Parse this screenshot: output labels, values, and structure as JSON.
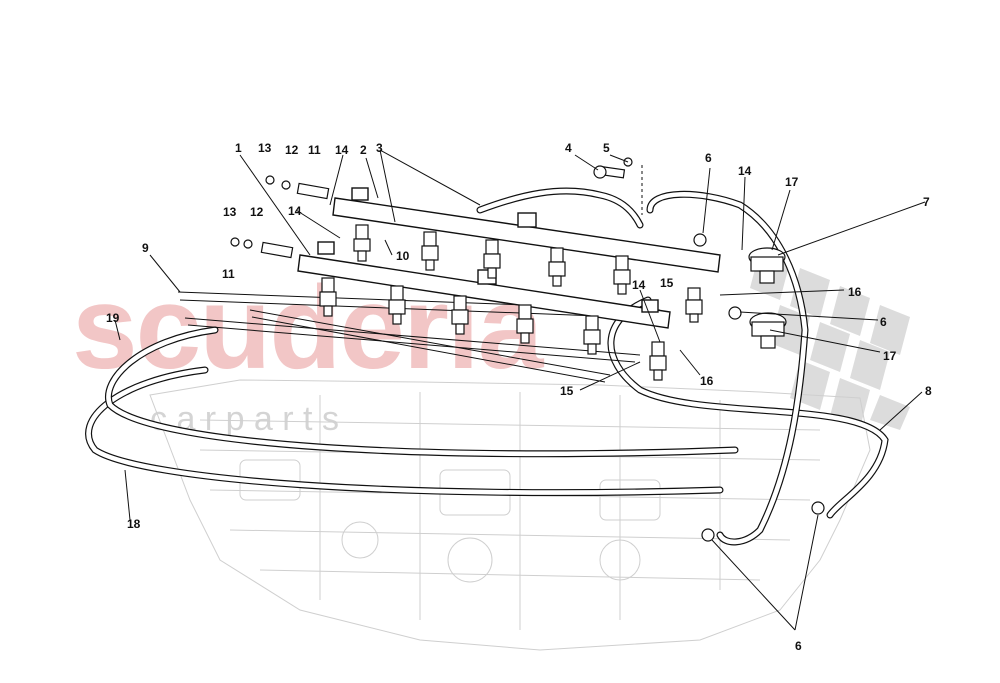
{
  "watermark": {
    "brand": "scuderia",
    "tagline": "c a r   p a r t s"
  },
  "callouts": [
    "1",
    "2",
    "3",
    "4",
    "5",
    "6",
    "7",
    "8",
    "9",
    "10",
    "11",
    "12",
    "13",
    "14",
    "15",
    "16",
    "17",
    "18",
    "19"
  ],
  "labels": {
    "l1": "1",
    "l2": "2",
    "l3": "3",
    "l4": "4",
    "l5": "5",
    "l6a": "6",
    "l6b": "6",
    "l6c": "6",
    "l7": "7",
    "l8": "8",
    "l9": "9",
    "l10": "10",
    "l11a": "11",
    "l11b": "11",
    "l12a": "12",
    "l12b": "12",
    "l13a": "13",
    "l13b": "13",
    "l14a": "14",
    "l14b": "14",
    "l14c": "14",
    "l14d": "14",
    "l15a": "15",
    "l15b": "15",
    "l16a": "16",
    "l16b": "16",
    "l17a": "17",
    "l17b": "17",
    "l18": "18",
    "l19": "19"
  },
  "colors": {
    "watermark_red": "#f2c6c6",
    "watermark_grey": "#d4d4d4",
    "line": "#111111",
    "engine_ghost": "#cfcfcf"
  }
}
